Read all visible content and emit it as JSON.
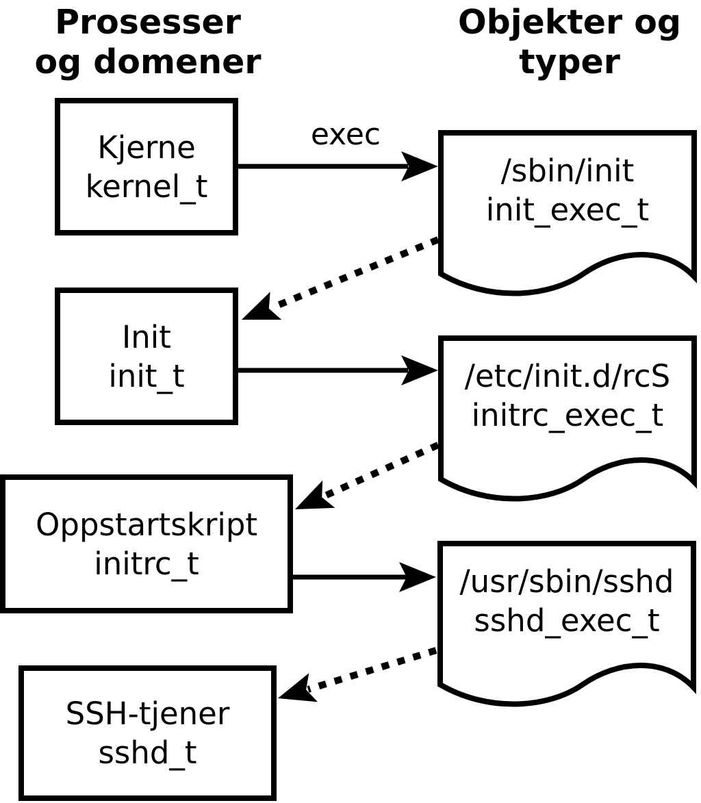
{
  "title_columns": {
    "left": {
      "line1": "Prosesser",
      "line2": "og domener"
    },
    "right": {
      "line1": "Objekter og",
      "line2": "typer"
    }
  },
  "processes": [
    {
      "label": "Kjerne",
      "domain": "kernel_t"
    },
    {
      "label": "Init",
      "domain": "init_t"
    },
    {
      "label": "Oppstartskript",
      "domain": "initrc_t"
    },
    {
      "label": "SSH-tjener",
      "domain": "sshd_t"
    }
  ],
  "objects": [
    {
      "path": "/sbin/init",
      "type": "init_exec_t"
    },
    {
      "path": "/etc/init.d/rcS",
      "type": "initrc_exec_t"
    },
    {
      "path": "/usr/sbin/sshd",
      "type": "sshd_exec_t"
    }
  ],
  "edge_labels": {
    "exec": "exec"
  },
  "colors": {
    "ink": "#000000",
    "paper": "#ffffff"
  }
}
